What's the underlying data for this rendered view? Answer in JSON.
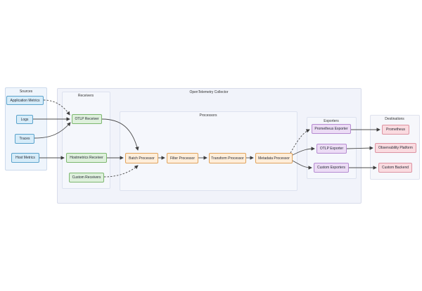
{
  "diagram": {
    "collector_label": "OpenTelemetry Collector",
    "groups": {
      "sources": {
        "label": "Sources",
        "items": [
          "Application Metrics",
          "Logs",
          "Traces",
          "Host Metrics"
        ]
      },
      "receivers": {
        "label": "Receivers",
        "items": [
          "OTLP Receiver",
          "Hostmetrics Receiver",
          "Custom Receivers"
        ]
      },
      "processors": {
        "label": "Processors",
        "items": [
          "Batch Processor",
          "Filter Processor",
          "Transform Processor",
          "Metadata Processor"
        ]
      },
      "exporters": {
        "label": "Exporters",
        "items": [
          "Prometheus Exporter",
          "OTLP Exporter",
          "Custom Exporters"
        ]
      },
      "destinations": {
        "label": "Destinations",
        "items": [
          "Prometheus",
          "Observability Platform",
          "Custom Backend"
        ]
      }
    },
    "edges": [
      {
        "from": "Application Metrics",
        "to": "OTLP Receiver",
        "style": "dashed"
      },
      {
        "from": "Logs",
        "to": "OTLP Receiver",
        "style": "solid"
      },
      {
        "from": "Traces",
        "to": "OTLP Receiver",
        "style": "solid"
      },
      {
        "from": "Host Metrics",
        "to": "Hostmetrics Receiver",
        "style": "solid"
      },
      {
        "from": "OTLP Receiver",
        "to": "Batch Processor",
        "style": "solid"
      },
      {
        "from": "Hostmetrics Receiver",
        "to": "Batch Processor",
        "style": "solid"
      },
      {
        "from": "Custom Receivers",
        "to": "Batch Processor",
        "style": "dashed"
      },
      {
        "from": "Batch Processor",
        "to": "Filter Processor",
        "style": "solid"
      },
      {
        "from": "Filter Processor",
        "to": "Transform Processor",
        "style": "solid"
      },
      {
        "from": "Transform Processor",
        "to": "Metadata Processor",
        "style": "solid"
      },
      {
        "from": "Metadata Processor",
        "to": "Prometheus Exporter",
        "style": "dashed"
      },
      {
        "from": "Metadata Processor",
        "to": "OTLP Exporter",
        "style": "solid"
      },
      {
        "from": "Metadata Processor",
        "to": "Custom Exporters",
        "style": "solid"
      },
      {
        "from": "Prometheus Exporter",
        "to": "Prometheus",
        "style": "solid"
      },
      {
        "from": "OTLP Exporter",
        "to": "Observability Platform",
        "style": "solid"
      },
      {
        "from": "Custom Exporters",
        "to": "Custom Backend",
        "style": "solid"
      }
    ],
    "colors": {
      "source_fill": "#d6ecf9",
      "source_border": "#5ba3cc",
      "receiver_fill": "#def0dc",
      "receiver_border": "#7db870",
      "processor_fill": "#ffeeda",
      "processor_border": "#e0a35c",
      "exporter_fill": "#ecdcf5",
      "exporter_border": "#b68bd1",
      "destination_fill": "#fadbe0",
      "destination_border": "#dd93a2",
      "edge": "#4d4d4d"
    }
  }
}
